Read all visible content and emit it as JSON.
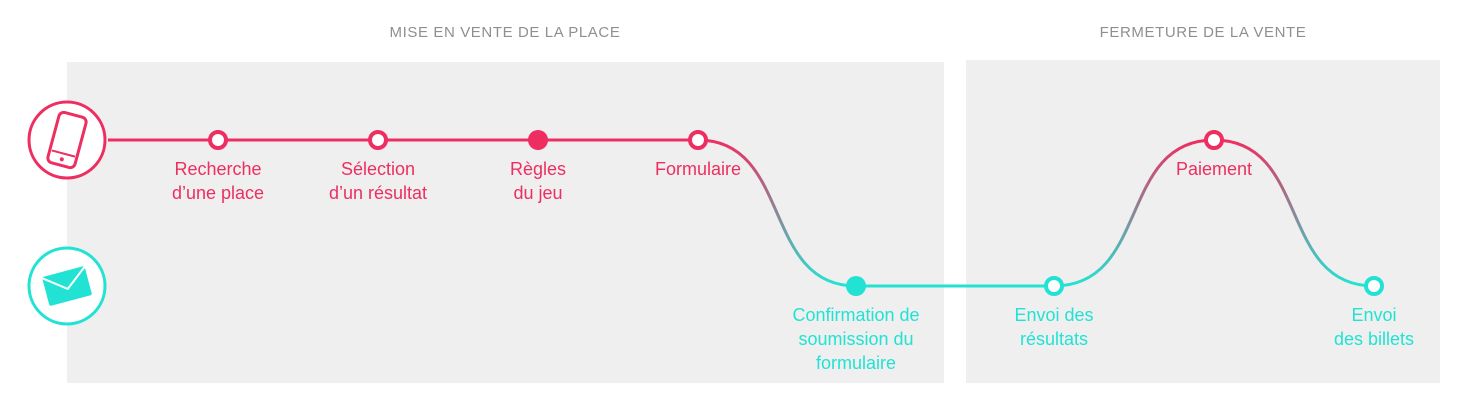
{
  "sections": {
    "left_title": "MISE EN VENTE DE LA PLACE",
    "right_title": "FERMETURE DE LA VENTE"
  },
  "channels": [
    {
      "icon": "smartphone-icon",
      "color": "#ee2e60"
    },
    {
      "icon": "envelope-icon",
      "color": "#22e3d3"
    }
  ],
  "colors": {
    "pink": "#ee2e60",
    "teal": "#22e3d3",
    "panel": "#efefef",
    "section_title": "#8f8f8f"
  },
  "steps": [
    {
      "label": "Recherche\nd’une place",
      "channel": "smartphone",
      "marker": "hollow"
    },
    {
      "label": "Sélection\nd’un résultat",
      "channel": "smartphone",
      "marker": "hollow"
    },
    {
      "label": "Règles\ndu jeu",
      "channel": "smartphone",
      "marker": "filled"
    },
    {
      "label": "Formulaire",
      "channel": "smartphone",
      "marker": "hollow"
    },
    {
      "label": "Confirmation de\nsoumission du\nformulaire",
      "channel": "email",
      "marker": "filled"
    },
    {
      "label": "Envoi des\nrésultats",
      "channel": "email",
      "marker": "hollow"
    },
    {
      "label": "Paiement",
      "channel": "smartphone",
      "marker": "hollow"
    },
    {
      "label": "Envoi\ndes billets",
      "channel": "email",
      "marker": "hollow"
    }
  ]
}
